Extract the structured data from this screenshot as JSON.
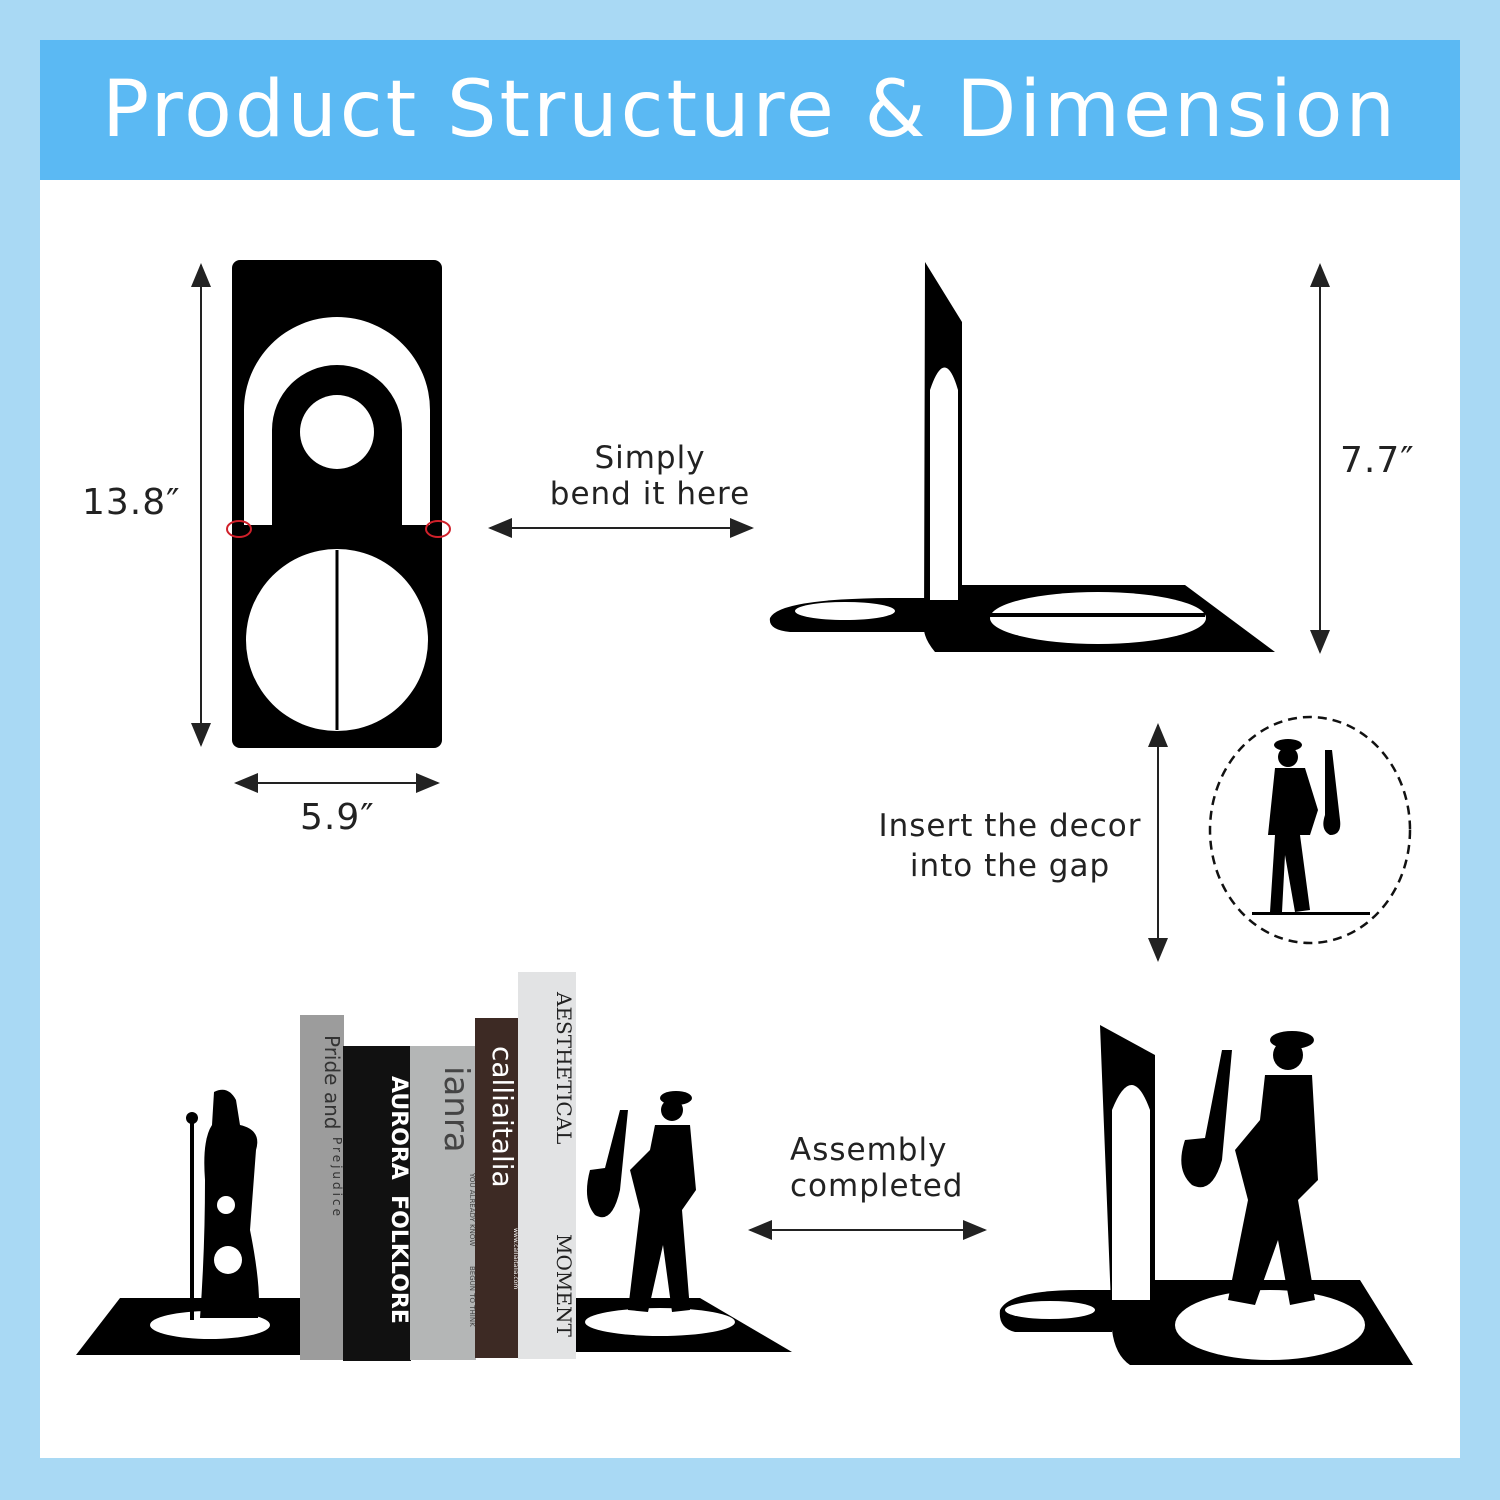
{
  "header": {
    "title": "Product Structure & Dimension"
  },
  "dimensions": {
    "height_flat": "13.8″",
    "width_flat": "5.9″",
    "height_bent": "7.7″"
  },
  "steps": {
    "bend": {
      "line1": "Simply",
      "line2": "bend it here"
    },
    "insert": {
      "line1": "Insert the decor",
      "line2": "into the gap"
    },
    "assembled": {
      "line1": "Assembly",
      "line2": "completed"
    }
  },
  "books": [
    {
      "title": "Pride and",
      "subtitle": "Prejudice"
    },
    {
      "title": "AURORA  FOLKLORE"
    },
    {
      "title": "ianra",
      "subtitle": "YOU ALREADY KNOW",
      "footer": "BEGUN TO THINK"
    },
    {
      "title": "calliaitalia",
      "footer": "www.calliaitalia.com"
    },
    {
      "title": "AESTHETICAL",
      "subtitle": "MOMENT"
    }
  ],
  "colors": {
    "background": "#a9d9f4",
    "header": "#5bb9f3",
    "metal": "#000000",
    "marker": "#d0202a"
  }
}
